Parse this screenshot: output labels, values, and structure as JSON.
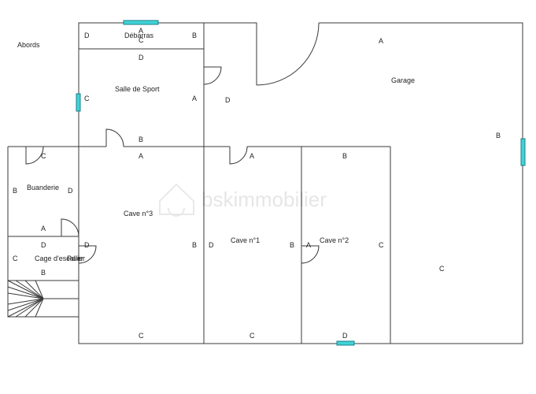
{
  "rooms": {
    "abords": "Abords",
    "debarras": "Débarras",
    "salle_de_sport": "Salle de Sport",
    "garage": "Garage",
    "buanderie": "Buanderie",
    "cave3": "Cave n°3",
    "cave1": "Cave n°1",
    "cave2": "Cave n°2",
    "cage": "Cage d'escalier",
    "palier": "Palier"
  },
  "walls": {
    "debarras": [
      "A",
      "B",
      "C",
      "D"
    ],
    "salle": [
      "D",
      "C",
      "A",
      "B"
    ],
    "garage": [
      "A",
      "D",
      "B",
      "C"
    ],
    "buanderie": [
      "C",
      "B",
      "D",
      "A"
    ],
    "cave3": [
      "A",
      "B",
      "D",
      "C"
    ],
    "cave1": [
      "A",
      "D",
      "B",
      "C"
    ],
    "cave2": [
      "B",
      "A",
      "C",
      "D"
    ],
    "cage": [
      "D",
      "C",
      "B"
    ]
  },
  "watermark": "bskimmobilier",
  "colors": {
    "wall": "#3a3a3a",
    "window": "#3fd3d8"
  }
}
